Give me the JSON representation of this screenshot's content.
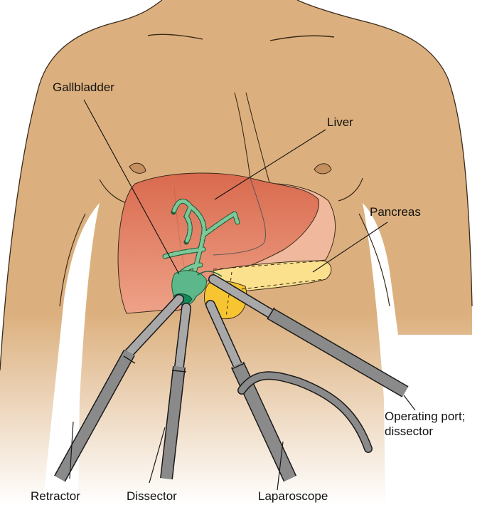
{
  "diagram": {
    "labels": {
      "gallbladder": "Gallbladder",
      "liver": "Liver",
      "pancreas": "Pancreas",
      "operating_port_line1": "Operating port;",
      "operating_port_line2": "dissector",
      "retractor": "Retractor",
      "dissector": "Dissector",
      "laparoscope": "Laparoscope"
    },
    "colors": {
      "skin": "#dcb07e",
      "skin_outline": "#3a2a1a",
      "liver": "#e07a5a",
      "liver_back": "#f0b89c",
      "gallbladder": "#5cb88a",
      "gallbladder_dark": "#148a5a",
      "bile_duct": "#7cc898",
      "pancreas": "#fbe08e",
      "duodenum": "#f7c531",
      "instrument": "#8a8a8a",
      "instrument_outline": "#1a1a1a",
      "leader_line": "#111111"
    }
  }
}
